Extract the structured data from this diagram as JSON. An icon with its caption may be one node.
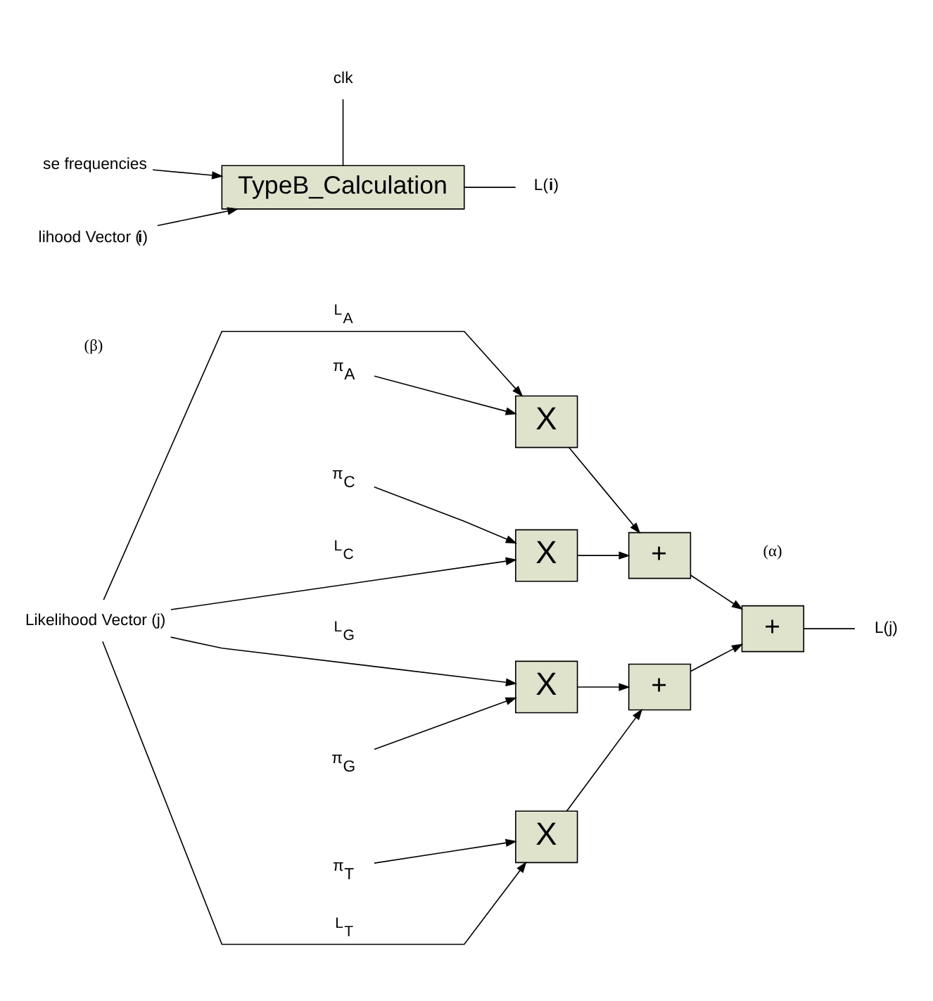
{
  "diagram": {
    "nodes": [
      {
        "text": [
          "Likelihood Vector (j)"
        ]
      },
      {
        "text": [
          "π$_{A}$"
        ]
      },
      {
        "text": [
          "X"
        ]
      },
      {
        "text": [
          "π$_{C}$"
        ]
      },
      {
        "text": [
          "X"
        ]
      },
      {
        "text": [
          "π$_{G}$"
        ]
      },
      {
        "text": [
          "X"
        ]
      },
      {
        "text": [
          "π$_{T}$"
        ]
      },
      {
        "text": [
          "X"
        ]
      },
      {
        "text": [
          "+"
        ]
      },
      {
        "text": [
          "+"
        ]
      },
      {
        "text": [
          "+"
        ]
      },
      {
        "text": [
          "L(j)"
        ]
      },
      {
        "text": [
          "se frequencies"
        ]
      },
      {
        "text": [
          "lihood Vector (**i**)"
        ]
      },
      {
        "text": [
          "TypeB_Calculation"
        ]
      },
      {
        "text": [
          "clk"
        ]
      },
      {
        "text": [
          "L(**i**)"
        ]
      }
    ],
    "edges": [
      {
        "from": 1,
        "to": 2,
        "arrow": "to"
      },
      {
        "from": 0,
        "to": 2,
        "arrow": "to",
        "label": "L$_{A}$"
      },
      {
        "from": 3,
        "to": 4,
        "arrow": "to"
      },
      {
        "from": 0,
        "to": 4,
        "arrow": "to",
        "label": "L$_{C}$"
      },
      {
        "from": 5,
        "to": 6,
        "arrow": "to"
      },
      {
        "from": 0,
        "to": 6,
        "arrow": "to",
        "label": "L$_{G}$"
      },
      {
        "from": 7,
        "to": 8,
        "arrow": "to"
      },
      {
        "from": 0,
        "to": 8,
        "arrow": "to",
        "label": "L$_{T}$"
      },
      {
        "from": 2,
        "to": 9,
        "arrow": "to"
      },
      {
        "from": 4,
        "to": 9,
        "arrow": "to"
      },
      {
        "from": 6,
        "to": 10,
        "arrow": "to"
      },
      {
        "from": 8,
        "to": 10,
        "arrow": "to"
      },
      {
        "from": 9,
        "to": 11,
        "arrow": "to"
      },
      {
        "from": 10,
        "to": 11,
        "arrow": "to"
      },
      {
        "from": 11,
        "to": 12,
        "arrow": "none"
      },
      {
        "from": 13,
        "to": 15,
        "arrow": "to"
      },
      {
        "from": 14,
        "to": 15,
        "arrow": "to"
      },
      {
        "from": 16,
        "to": 15,
        "arrow": "none"
      },
      {
        "from": 15,
        "to": 17,
        "arrow": "none"
      }
    ],
    "labels": [
      "(α)",
      "(β)"
    ]
  }
}
